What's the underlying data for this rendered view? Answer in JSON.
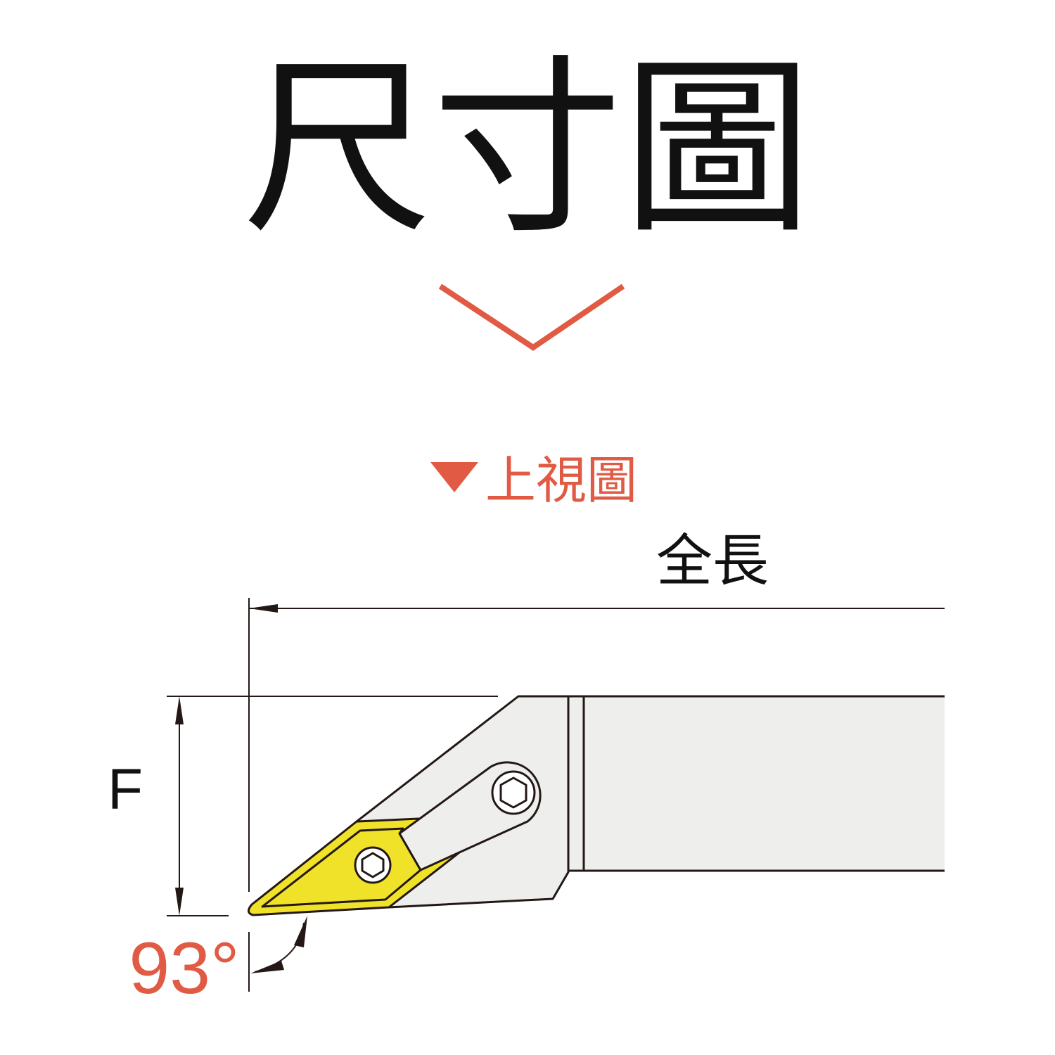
{
  "title": "尺寸圖",
  "section_label": "上視圖",
  "dimensions": {
    "overall_length_label": "全長",
    "height_label": "F",
    "approach_angle_label": "93°"
  },
  "colors": {
    "accent": "#e05a44",
    "insert": "#f0e228",
    "holder": "#eeeeec",
    "line": "#231815"
  }
}
